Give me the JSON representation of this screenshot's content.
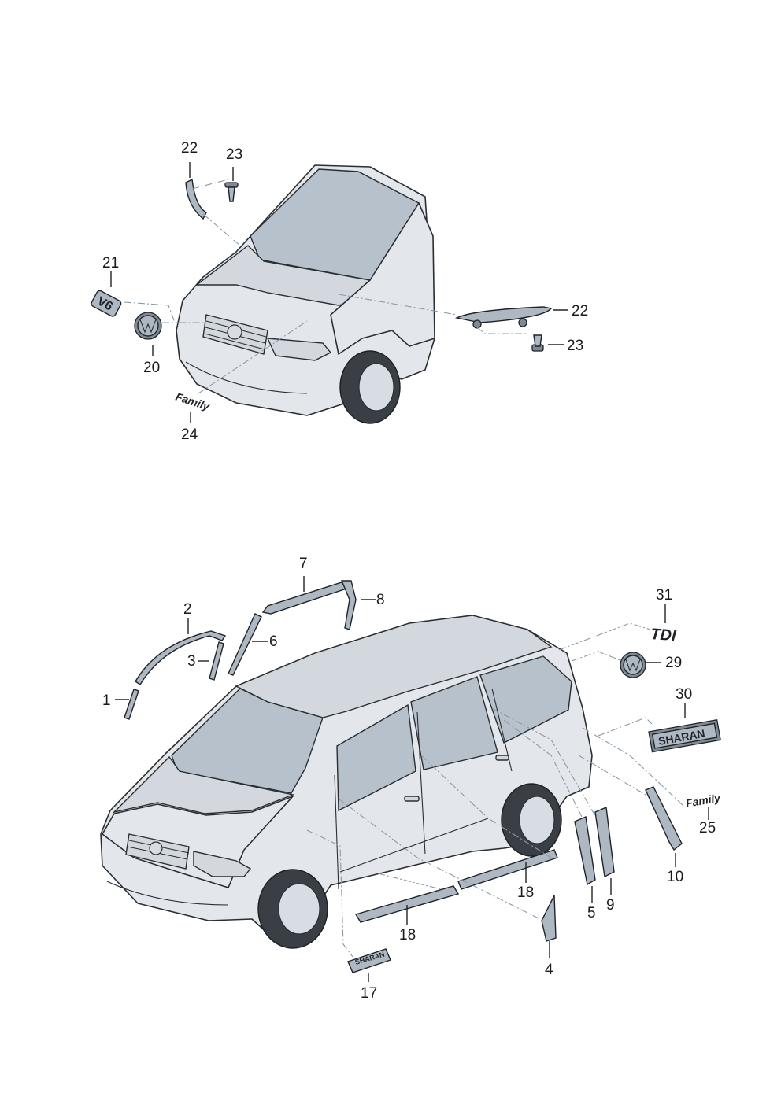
{
  "callouts": {
    "c22a": "22",
    "c23a": "23",
    "c21": "21",
    "c20": "20",
    "c24": "24",
    "c22b": "22",
    "c23b": "23",
    "c7": "7",
    "c2": "2",
    "c8": "8",
    "c6": "6",
    "c3": "3",
    "c1": "1",
    "c31": "31",
    "c29": "29",
    "c30": "30",
    "c25": "25",
    "c10": "10",
    "c5": "5",
    "c9": "9",
    "c18a": "18",
    "c18b": "18",
    "c4": "4",
    "c17": "17"
  },
  "badges": {
    "v6": "V6",
    "family_front": "Family",
    "tdi": "TDI",
    "sharan_rear": "SHARAN",
    "family_rear": "Family",
    "sharan_side": "SHARAN"
  }
}
